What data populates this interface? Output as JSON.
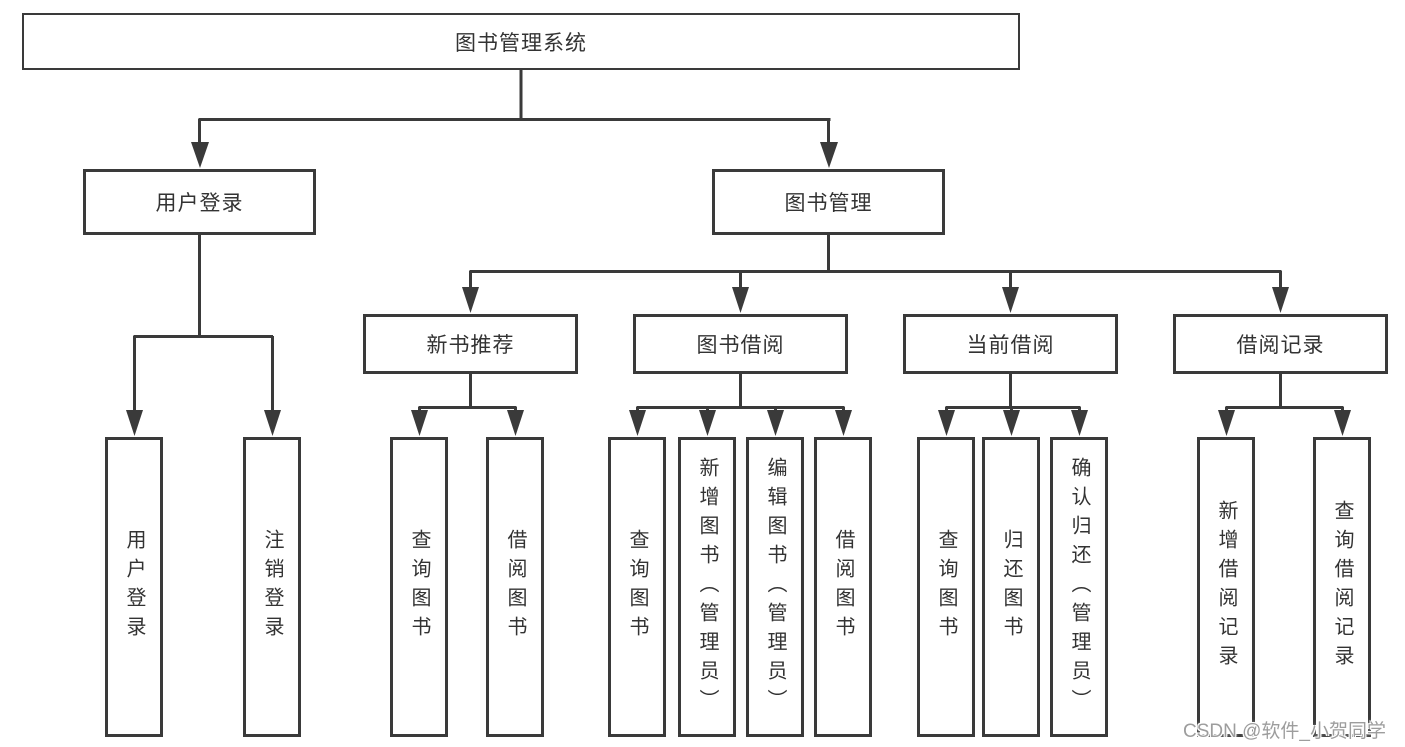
{
  "diagram": {
    "root": {
      "label": "图书管理系统"
    },
    "level2": [
      {
        "label": "用户登录"
      },
      {
        "label": "图书管理"
      }
    ],
    "level3": [
      {
        "label": "新书推荐",
        "parent": "图书管理"
      },
      {
        "label": "图书借阅",
        "parent": "图书管理"
      },
      {
        "label": "当前借阅",
        "parent": "图书管理"
      },
      {
        "label": "借阅记录",
        "parent": "图书管理"
      }
    ],
    "leaves": [
      {
        "label": "用户登录",
        "parent": "用户登录"
      },
      {
        "label": "注销登录",
        "parent": "用户登录"
      },
      {
        "label": "查询图书",
        "parent": "新书推荐"
      },
      {
        "label": "借阅图书",
        "parent": "新书推荐"
      },
      {
        "label": "查询图书",
        "parent": "图书借阅"
      },
      {
        "label": "新增图书（管理员）",
        "parent": "图书借阅"
      },
      {
        "label": "编辑图书（管理员）",
        "parent": "图书借阅"
      },
      {
        "label": "借阅图书",
        "parent": "图书借阅"
      },
      {
        "label": "查询图书",
        "parent": "当前借阅"
      },
      {
        "label": "归还图书",
        "parent": "当前借阅"
      },
      {
        "label": "确认归还（管理员）",
        "parent": "当前借阅"
      },
      {
        "label": "新增借阅记录",
        "parent": "借阅记录"
      },
      {
        "label": "查询借阅记录",
        "parent": "借阅记录"
      }
    ],
    "watermark": "CSDN @软件_小贺同学",
    "colors": {
      "line": "#3a3a3a",
      "text": "#333333",
      "watermark": "#9d9d9d",
      "background": "#ffffff"
    }
  }
}
